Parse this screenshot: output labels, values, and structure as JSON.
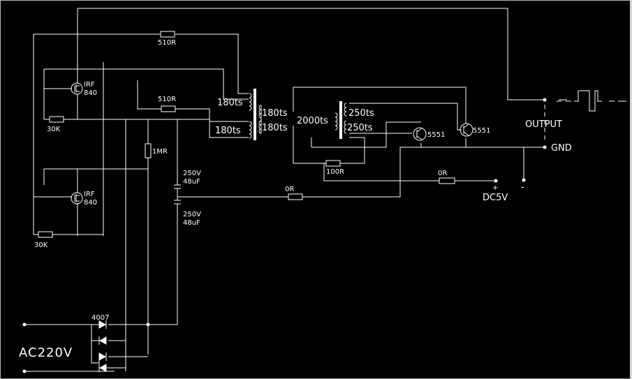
{
  "components": {
    "r_top": "510R",
    "r_mid": "510R",
    "r_gate1": "30K",
    "r_gate2": "30K",
    "r_bleed": "1MR",
    "r_base": "100R",
    "r_0r_a": "0R",
    "r_0r_b": "0R",
    "q1_line1": "IRF",
    "q1_line2": "840",
    "q2_line1": "IRF",
    "q2_line2": "840",
    "q3": "5551",
    "q4": "5551",
    "cap1_v": "250V",
    "cap1_c": "48uF",
    "cap2_v": "250V",
    "cap2_c": "48uF",
    "diode": "4007"
  },
  "transformer1": {
    "primary_top": "180ts",
    "primary_bottom": "180ts",
    "secondary_top": "180ts",
    "secondary_bottom": "180ts"
  },
  "transformer2": {
    "primary": "2000ts",
    "secondary_top": "250ts",
    "secondary_bottom": "250ts"
  },
  "labels": {
    "output": "OUTPUT",
    "gnd": "GND",
    "plus": "+",
    "minus": "-",
    "dc5v": "DC5V",
    "ac220v": "AC220V"
  }
}
